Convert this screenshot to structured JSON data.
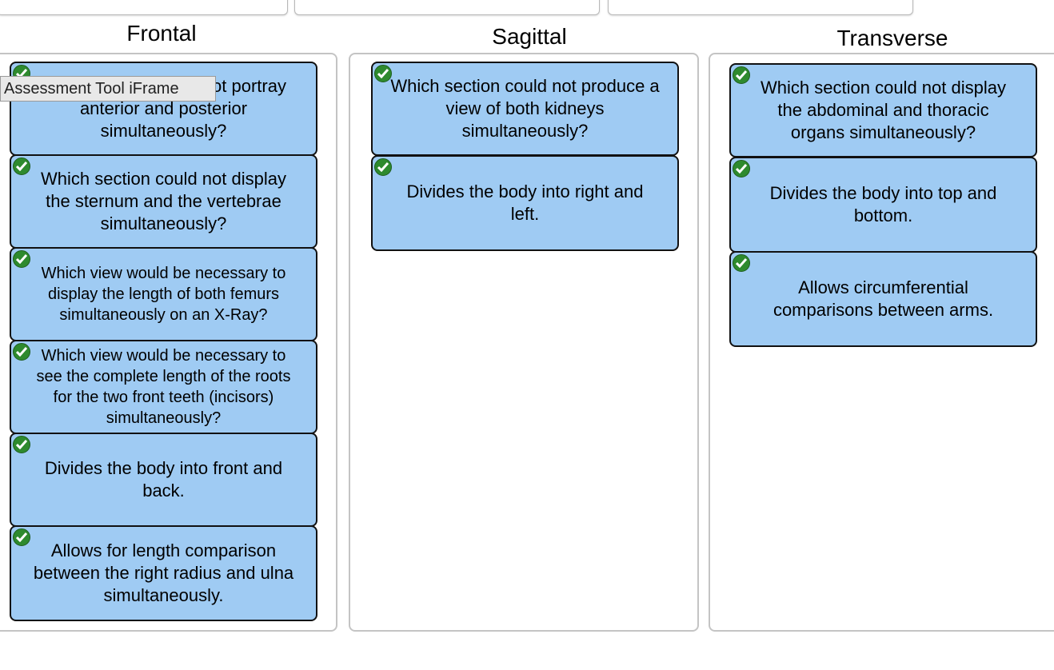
{
  "tooltip": "Assessment Tool iFrame",
  "columns": [
    {
      "title": "Frontal",
      "cards": [
        "Which section could not portray anterior and posterior simultaneously?",
        "Which section could not display the sternum and the vertebrae simultaneously?",
        "Which view would be necessary to display the length of both femurs simultaneously on an X-Ray?",
        "Which view would be necessary to see the complete length of the roots for the two front teeth (incisors) simultaneously?",
        "Divides the body into front and back.",
        "Allows for length comparison between the right radius and ulna simultaneously."
      ]
    },
    {
      "title": "Sagittal",
      "cards": [
        "Which section could not produce a view of both kidneys simultaneously?",
        "Divides the body into right and left."
      ]
    },
    {
      "title": "Transverse",
      "cards": [
        "Which section could not display the abdominal and thoracic organs simultaneously?",
        "Divides the body into top and bottom.",
        "Allows circumferential comparisons between arms."
      ]
    }
  ],
  "colors": {
    "card": "#9fcbf3",
    "check": "#2e8a2e"
  }
}
